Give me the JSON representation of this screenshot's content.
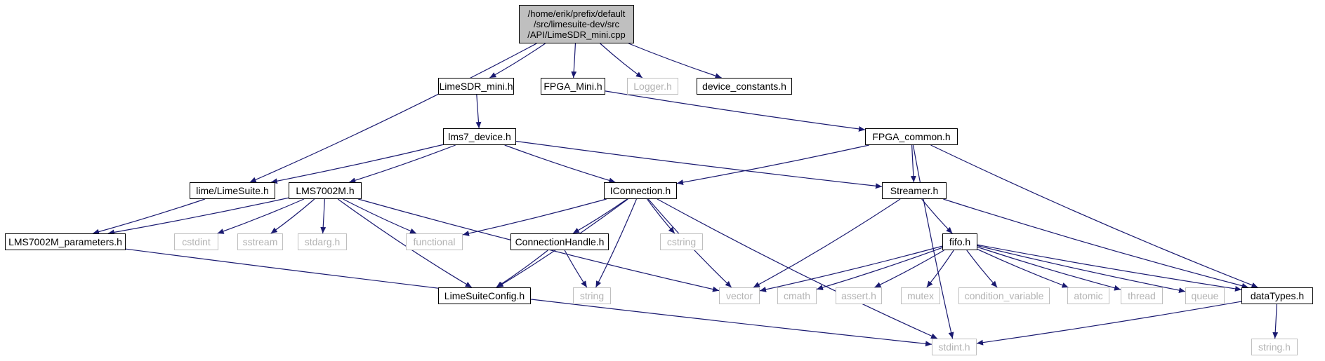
{
  "graph": {
    "edge_color": "#191970",
    "root_fill": "#bfbfbf",
    "external_border": "#bfbfbf",
    "external_text": "#b3b3b3",
    "nodes": [
      {
        "id": "root",
        "label": "/home/erik/prefix/default\n/src/limesuite-dev/src\n/API/LimeSDR_mini.cpp",
        "kind": "root"
      },
      {
        "id": "limesdr_mini_h",
        "label": "LimeSDR_mini.h",
        "kind": "local"
      },
      {
        "id": "fpga_mini_h",
        "label": "FPGA_Mini.h",
        "kind": "local"
      },
      {
        "id": "logger_h",
        "label": "Logger.h",
        "kind": "external"
      },
      {
        "id": "device_constants_h",
        "label": "device_constants.h",
        "kind": "local"
      },
      {
        "id": "lms7_device_h",
        "label": "lms7_device.h",
        "kind": "local"
      },
      {
        "id": "fpga_common_h",
        "label": "FPGA_common.h",
        "kind": "local"
      },
      {
        "id": "lime_limesuite_h",
        "label": "lime/LimeSuite.h",
        "kind": "local"
      },
      {
        "id": "lms7002m_h",
        "label": "LMS7002M.h",
        "kind": "local"
      },
      {
        "id": "iconnection_h",
        "label": "IConnection.h",
        "kind": "local"
      },
      {
        "id": "streamer_h",
        "label": "Streamer.h",
        "kind": "local"
      },
      {
        "id": "lms7002m_parameters_h",
        "label": "LMS7002M_parameters.h",
        "kind": "local"
      },
      {
        "id": "cstdint",
        "label": "cstdint",
        "kind": "external"
      },
      {
        "id": "sstream",
        "label": "sstream",
        "kind": "external"
      },
      {
        "id": "stdarg_h",
        "label": "stdarg.h",
        "kind": "external"
      },
      {
        "id": "functional",
        "label": "functional",
        "kind": "external"
      },
      {
        "id": "connectionhandle_h",
        "label": "ConnectionHandle.h",
        "kind": "local"
      },
      {
        "id": "cstring",
        "label": "cstring",
        "kind": "external"
      },
      {
        "id": "fifo_h",
        "label": "fifo.h",
        "kind": "local"
      },
      {
        "id": "limesuiteconfig_h",
        "label": "LimeSuiteConfig.h",
        "kind": "local"
      },
      {
        "id": "string",
        "label": "string",
        "kind": "external"
      },
      {
        "id": "vector",
        "label": "vector",
        "kind": "external"
      },
      {
        "id": "cmath",
        "label": "cmath",
        "kind": "external"
      },
      {
        "id": "assert_h",
        "label": "assert.h",
        "kind": "external"
      },
      {
        "id": "mutex",
        "label": "mutex",
        "kind": "external"
      },
      {
        "id": "condition_variable",
        "label": "condition_variable",
        "kind": "external"
      },
      {
        "id": "atomic",
        "label": "atomic",
        "kind": "external"
      },
      {
        "id": "thread",
        "label": "thread",
        "kind": "external"
      },
      {
        "id": "queue",
        "label": "queue",
        "kind": "external"
      },
      {
        "id": "datatypes_h",
        "label": "dataTypes.h",
        "kind": "local"
      },
      {
        "id": "stdint_h",
        "label": "stdint.h",
        "kind": "external"
      },
      {
        "id": "string_h",
        "label": "string.h",
        "kind": "external"
      }
    ],
    "edges": [
      [
        "root",
        "limesdr_mini_h"
      ],
      [
        "root",
        "fpga_mini_h"
      ],
      [
        "root",
        "logger_h"
      ],
      [
        "root",
        "device_constants_h"
      ],
      [
        "root",
        "lime_limesuite_h"
      ],
      [
        "limesdr_mini_h",
        "lms7_device_h"
      ],
      [
        "fpga_mini_h",
        "fpga_common_h"
      ],
      [
        "lms7_device_h",
        "lime_limesuite_h"
      ],
      [
        "lms7_device_h",
        "lms7002m_h"
      ],
      [
        "lms7_device_h",
        "iconnection_h"
      ],
      [
        "lms7_device_h",
        "streamer_h"
      ],
      [
        "fpga_common_h",
        "iconnection_h"
      ],
      [
        "fpga_common_h",
        "streamer_h"
      ],
      [
        "fpga_common_h",
        "datatypes_h"
      ],
      [
        "fpga_common_h",
        "stdint_h"
      ],
      [
        "lime_limesuite_h",
        "lms7002m_parameters_h"
      ],
      [
        "lms7002m_h",
        "lms7002m_parameters_h"
      ],
      [
        "lms7002m_h",
        "cstdint"
      ],
      [
        "lms7002m_h",
        "sstream"
      ],
      [
        "lms7002m_h",
        "stdarg_h"
      ],
      [
        "lms7002m_h",
        "functional"
      ],
      [
        "lms7002m_h",
        "limesuiteconfig_h"
      ],
      [
        "lms7002m_h",
        "vector"
      ],
      [
        "iconnection_h",
        "functional"
      ],
      [
        "iconnection_h",
        "limesuiteconfig_h"
      ],
      [
        "iconnection_h",
        "connectionhandle_h"
      ],
      [
        "iconnection_h",
        "string"
      ],
      [
        "iconnection_h",
        "cstring"
      ],
      [
        "iconnection_h",
        "vector"
      ],
      [
        "iconnection_h",
        "stdint_h"
      ],
      [
        "streamer_h",
        "vector"
      ],
      [
        "streamer_h",
        "fifo_h"
      ],
      [
        "streamer_h",
        "datatypes_h"
      ],
      [
        "lms7002m_parameters_h",
        "stdint_h"
      ],
      [
        "connectionhandle_h",
        "limesuiteconfig_h"
      ],
      [
        "connectionhandle_h",
        "string"
      ],
      [
        "fifo_h",
        "vector"
      ],
      [
        "fifo_h",
        "cmath"
      ],
      [
        "fifo_h",
        "assert_h"
      ],
      [
        "fifo_h",
        "mutex"
      ],
      [
        "fifo_h",
        "condition_variable"
      ],
      [
        "fifo_h",
        "atomic"
      ],
      [
        "fifo_h",
        "thread"
      ],
      [
        "fifo_h",
        "queue"
      ],
      [
        "fifo_h",
        "datatypes_h"
      ],
      [
        "datatypes_h",
        "stdint_h"
      ],
      [
        "datatypes_h",
        "string_h"
      ]
    ]
  }
}
